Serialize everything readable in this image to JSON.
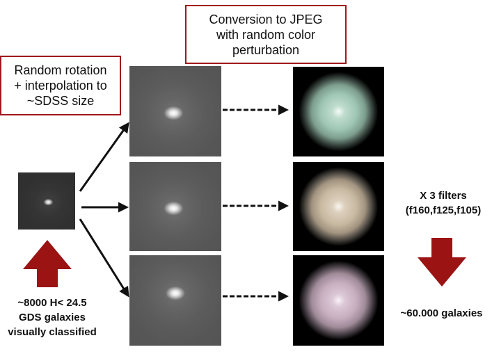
{
  "labels": {
    "rotation": "Random rotation\n+ interpolation to\n~SDSS size",
    "conversion": "Conversion to JPEG\nwith random color\nperturbation",
    "source": "~8000 H< 24.5\nGDS galaxies\nvisually classified",
    "filters": "X 3 filters\n(f160,f125,f105)",
    "result": "~60.000 galaxies"
  },
  "colors": {
    "box_border": "#a0181c",
    "big_arrow": "#9b1313",
    "arrow_line": "#111111",
    "jpeg_tints": [
      "#9fc6b4",
      "#c9b9a2",
      "#c7aebf"
    ]
  }
}
